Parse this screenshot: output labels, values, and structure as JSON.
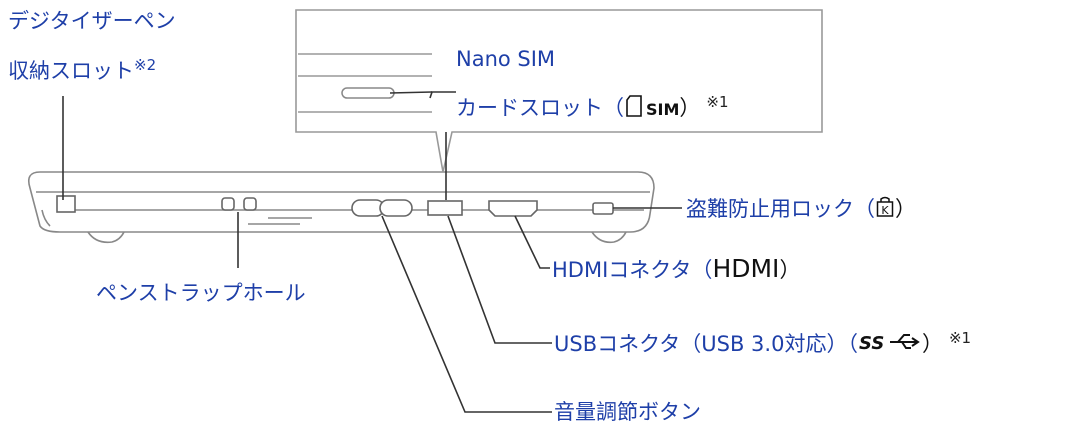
{
  "labels": {
    "pen_slot": {
      "line1": "デジタイザーペン",
      "line2": "収納スロット",
      "note": "※2"
    },
    "nano_sim": {
      "line1": "Nano SIM",
      "line2": "カードスロット（",
      "icon_text": "SIM",
      "close": "）",
      "note": "※1"
    },
    "strap_hole": {
      "text": "ペンストラップホール"
    },
    "security_lock": {
      "text": "盗難防止用ロック（",
      "icon_text": "K",
      "close": "）"
    },
    "hdmi": {
      "text": "HDMIコネクタ（",
      "code": "HDMI",
      "close": "）"
    },
    "usb": {
      "text": "USBコネクタ（USB 3.0対応）（",
      "close": "）",
      "note": "※1"
    },
    "volume": {
      "text": "音量調節ボタン"
    }
  },
  "colors": {
    "label": "#1e3fa8",
    "line": "#333333",
    "device": "#888888"
  },
  "icons": [
    "sim-card-icon",
    "kensington-lock-icon",
    "usb-superspeed-icon"
  ]
}
